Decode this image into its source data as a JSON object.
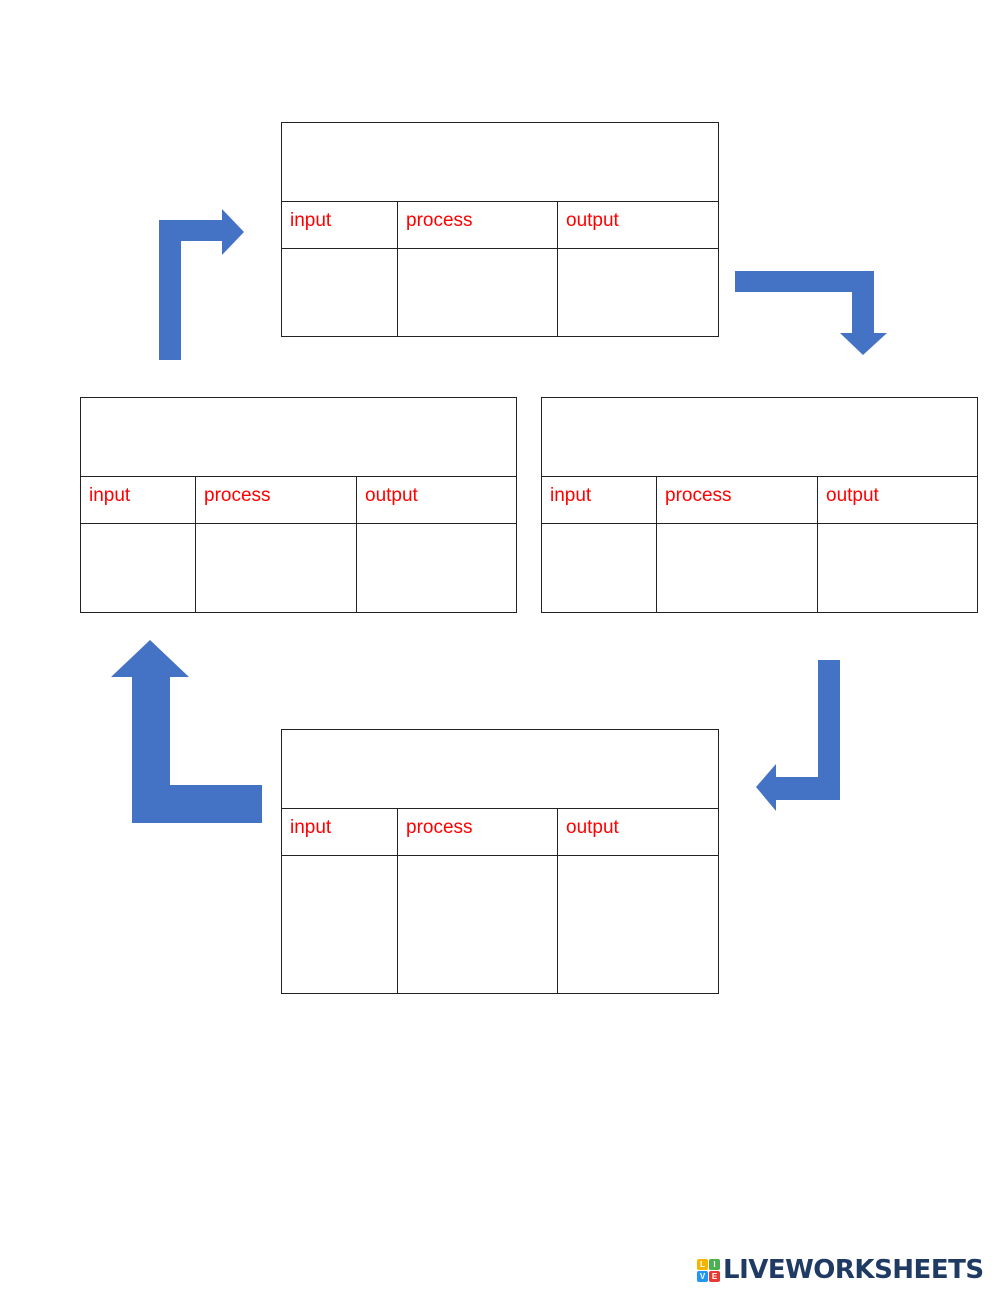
{
  "tables": [
    {
      "id": "top",
      "headers": [
        "input",
        "process",
        "output"
      ]
    },
    {
      "id": "left",
      "headers": [
        "input",
        "process",
        "output"
      ]
    },
    {
      "id": "right",
      "headers": [
        "input",
        "process",
        "output"
      ]
    },
    {
      "id": "bottom",
      "headers": [
        "input",
        "process",
        "output"
      ]
    }
  ],
  "colors": {
    "arrow": "#4472c4",
    "header_text": "#ff0000",
    "border": "#222222",
    "brand_text": "#1f3a63"
  },
  "brand": {
    "name": "LIVEWORKSHEETS",
    "logo_letters": [
      "L",
      "I",
      "V",
      "E"
    ],
    "logo_colors": [
      "#f4b400",
      "#4caf50",
      "#2196f3",
      "#e53935"
    ]
  }
}
